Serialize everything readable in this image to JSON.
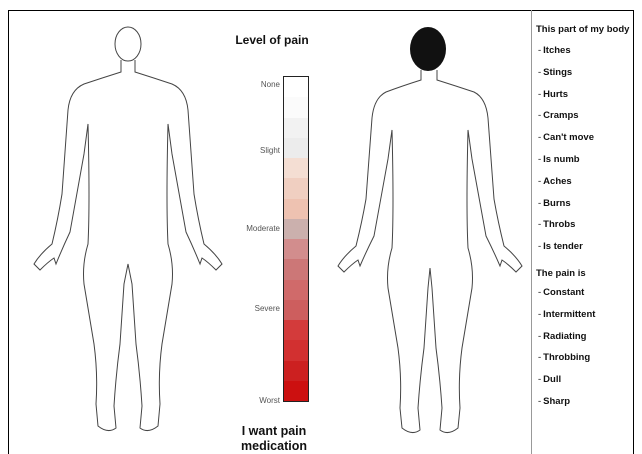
{
  "scale": {
    "title": "Level of pain",
    "labels": [
      "None",
      "Slight",
      "Moderate",
      "Severe",
      "Worst"
    ],
    "segment_colors": [
      "#ffffff",
      "#fbfbfb",
      "#f2f2f2",
      "#ececec",
      "#f4ded3",
      "#f0cfc1",
      "#eec2b1",
      "#cbb0ad",
      "#d28d8d",
      "#cc7777",
      "#d06a6a",
      "#cd5e5e",
      "#d33b3b",
      "#d23030",
      "#cc2020",
      "#cc1010"
    ]
  },
  "medication_label": "I want pain medication",
  "right_panel": {
    "body_heading": "This part of my body",
    "body_items": [
      "Itches",
      "Stings",
      "Hurts",
      "Cramps",
      "Can't move",
      "Is numb",
      "Aches",
      "Burns",
      "Throbs",
      "Is tender"
    ],
    "pain_heading": "The pain is",
    "pain_items": [
      "Constant",
      "Intermittent",
      "Radiating",
      "Throbbing",
      "Dull",
      "Sharp"
    ],
    "dash": "-"
  },
  "colors": {
    "head_fill": "#111111",
    "outline": "#444444",
    "border": "#000000"
  }
}
